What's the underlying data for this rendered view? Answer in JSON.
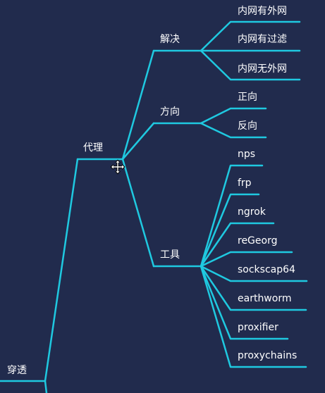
{
  "mindmap": {
    "root": {
      "label": "穿透"
    },
    "proxy": {
      "label": "代理"
    },
    "branches": {
      "solve": {
        "label": "解决",
        "items": [
          "内网有外网",
          "内网有过滤",
          "内网无外网"
        ]
      },
      "direction": {
        "label": "方向",
        "items": [
          "正向",
          "反向"
        ]
      },
      "tools": {
        "label": "工具",
        "items": [
          "nps",
          "frp",
          "ngrok",
          "reGeorg",
          "sockscap64",
          "earthworm",
          "proxifier",
          "proxychains"
        ]
      }
    }
  },
  "colors": {
    "background": "#212b4d",
    "line": "#1fc9e0",
    "text": "#ffffff"
  },
  "icons": {
    "cursor": "move-cursor-icon"
  }
}
